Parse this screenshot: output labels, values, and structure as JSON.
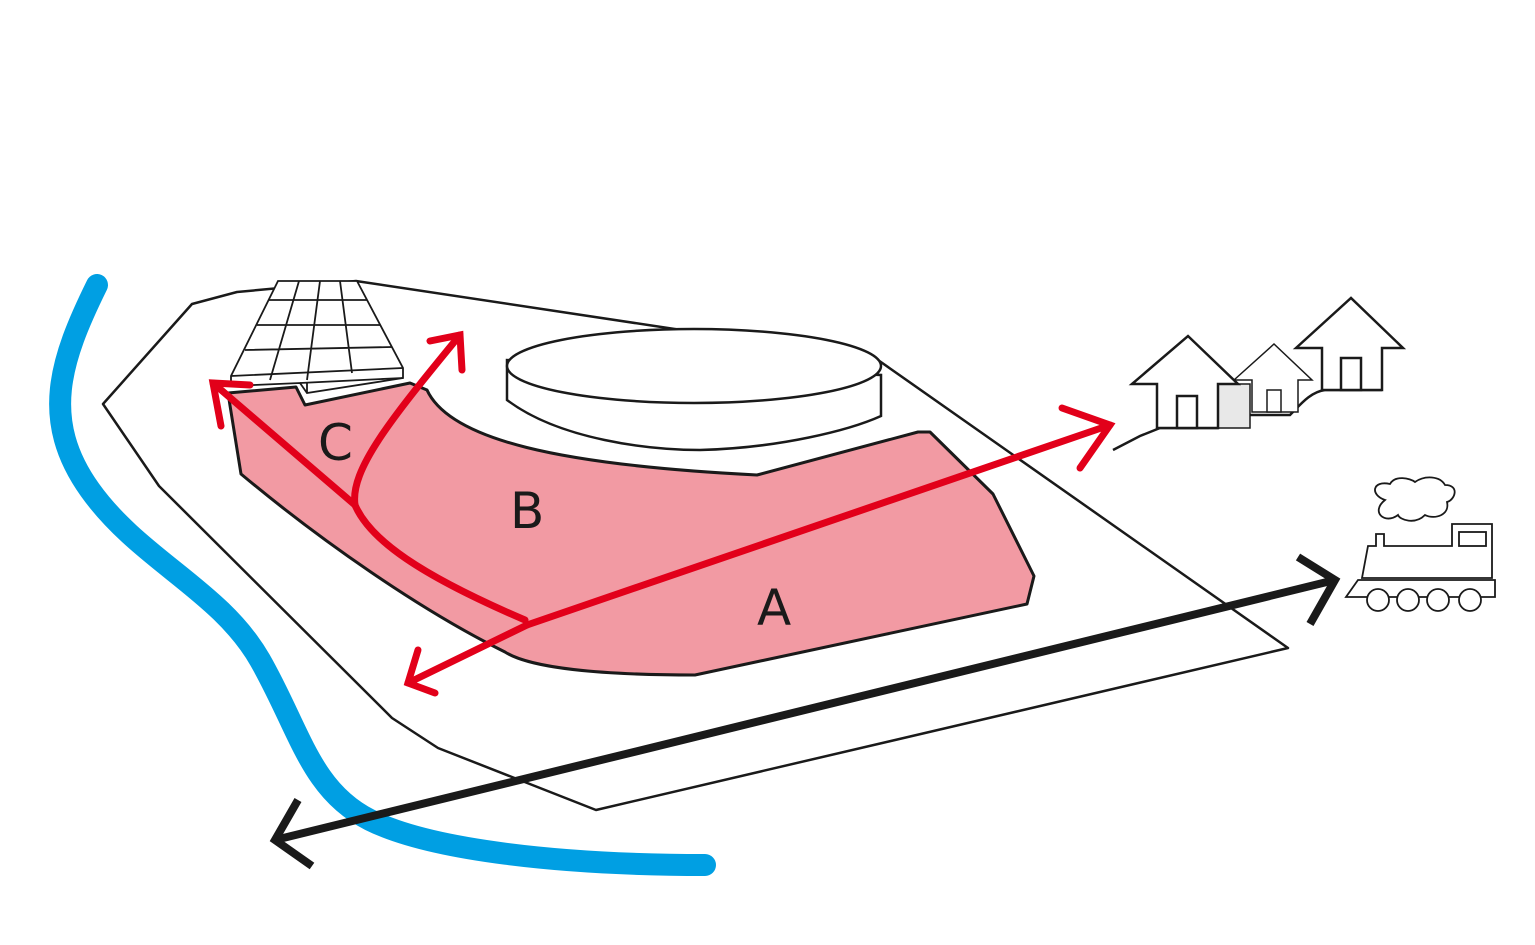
{
  "labels": {
    "a": "A",
    "b": "B",
    "c": "C"
  },
  "colors": {
    "zone": "#f29aa3",
    "arrow_red": "#e2001a",
    "river": "#009fe3",
    "line": "#1a1a1a"
  },
  "icons": [
    "solar-panel-icon",
    "houses-icon",
    "train-icon",
    "river-line",
    "tank-cylinder"
  ]
}
